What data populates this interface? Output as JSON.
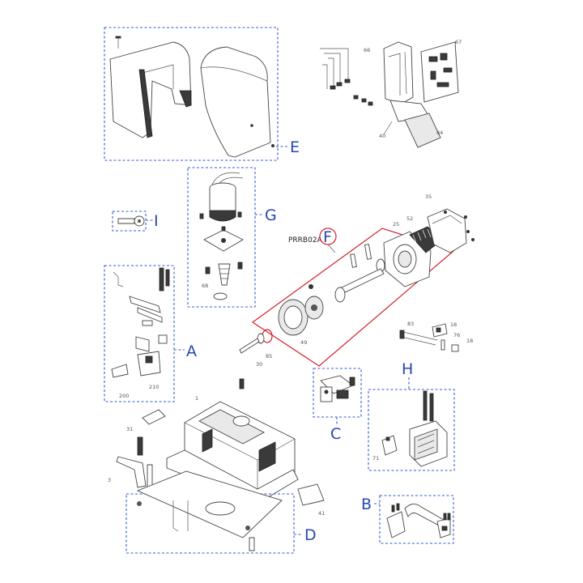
{
  "diagram": {
    "kit_code": "PRRB02A",
    "accent_color": "#2747b3",
    "highlight_color": "#d4202a",
    "group_labels": {
      "A": "A",
      "B": "B",
      "C": "C",
      "D": "D",
      "E": "E",
      "F": "F",
      "G": "G",
      "H": "H",
      "I": "I"
    },
    "part_numbers": {
      "p66": "66",
      "p67": "67",
      "p40": "40",
      "p84": "84",
      "p35": "35",
      "p25": "25",
      "p52": "52",
      "p68": "68",
      "p83": "83",
      "p18a": "18",
      "p76": "76",
      "p18b": "18",
      "p49": "49",
      "p85": "85",
      "p30": "30",
      "p200": "200",
      "p210": "210",
      "p1": "1",
      "p31": "31",
      "p3": "3",
      "p41": "41",
      "p71": "71"
    }
  }
}
